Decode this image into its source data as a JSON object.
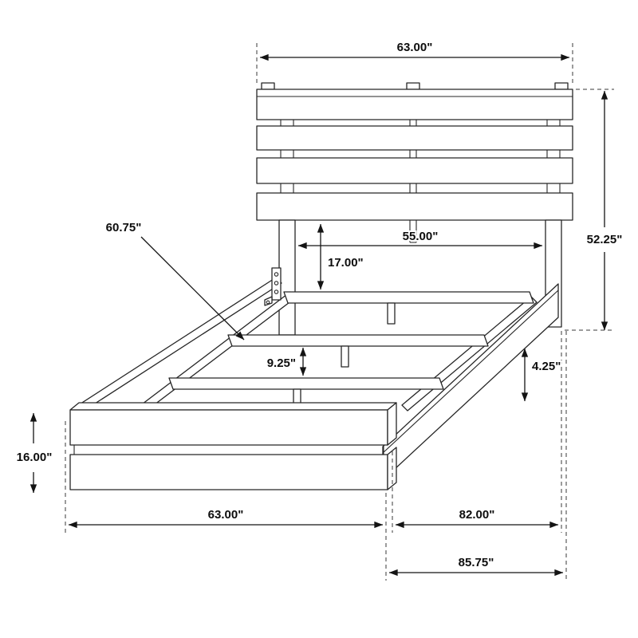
{
  "diagram": {
    "subject": "Platform bed frame with plank headboard - dimension drawing",
    "units": "inches",
    "line_color": "#262626",
    "background": "#ffffff"
  },
  "dims": {
    "headboard_width": "63.00\"",
    "headboard_height": "52.25\"",
    "inner_width": "55.00\"",
    "headboard_offset": "17.00\"",
    "slat_length": "60.75\"",
    "slat_gap": "9.25\"",
    "rail_clearance": "4.25\"",
    "footboard_height": "16.00\"",
    "bed_width": "63.00\"",
    "frame_length": "82.00\"",
    "overall_length": "85.75\""
  }
}
